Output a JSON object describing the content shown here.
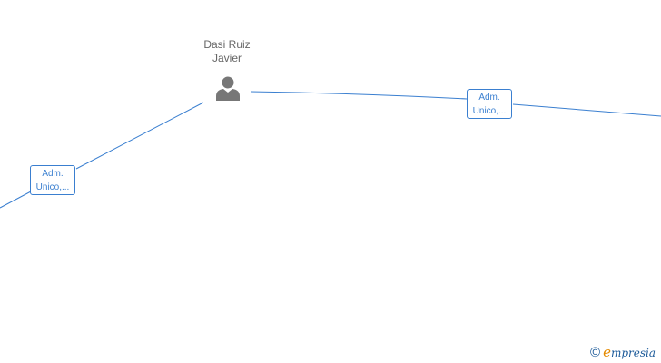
{
  "person": {
    "name_line1": "Dasi Ruiz",
    "name_line2": "Javier",
    "icon": "person-icon"
  },
  "relations": [
    {
      "line1": "Adm.",
      "line2": "Unico,..."
    },
    {
      "line1": "Adm.",
      "line2": "Unico,..."
    }
  ],
  "brand": {
    "copyright_symbol": "©",
    "logo_initial": "e",
    "logo_rest": "mpresia"
  },
  "colors": {
    "edge": "#3a7fd0",
    "person_text": "#666666",
    "icon": "#777777",
    "brand_blue": "#1c5a99",
    "brand_orange": "#e58a00"
  }
}
